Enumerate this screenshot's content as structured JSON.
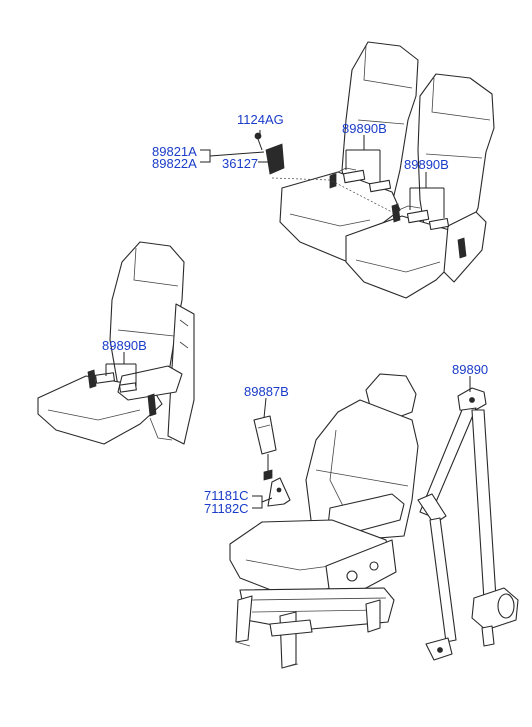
{
  "callouts": {
    "part_1124AG": "1124AG",
    "part_89821A": "89821A",
    "part_89822A": "89822A",
    "part_36127": "36127",
    "part_89890B_top_left": "89890B",
    "part_89890B_top_right": "89890B",
    "part_89890B_left": "89890B",
    "part_89887B": "89887B",
    "part_71181C": "71181C",
    "part_71182C": "71182C",
    "part_89890": "89890"
  },
  "colors": {
    "label": "#1a3cc8",
    "line": "#222222"
  }
}
